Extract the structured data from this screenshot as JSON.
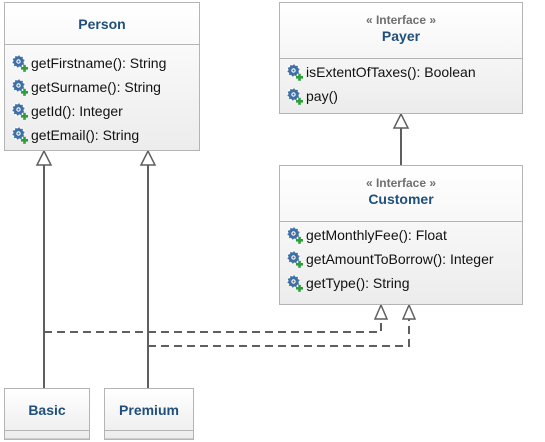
{
  "classes": {
    "person": {
      "name": "Person",
      "operations": [
        "getFirstname(): String",
        "getSurname(): String",
        "getId(): Integer",
        "getEmail(): String"
      ]
    },
    "payer": {
      "stereotype": "« Interface »",
      "name": "Payer",
      "operations": [
        "isExtentOfTaxes(): Boolean",
        "pay()"
      ]
    },
    "customer": {
      "stereotype": "« Interface »",
      "name": "Customer",
      "operations": [
        "getMonthlyFee(): Float",
        "getAmountToBorrow(): Integer",
        "getType(): String"
      ]
    },
    "basic": {
      "name": "Basic"
    },
    "premium": {
      "name": "Premium"
    }
  },
  "relations": [
    {
      "type": "generalization",
      "from": "Basic",
      "to": "Person"
    },
    {
      "type": "generalization",
      "from": "Premium",
      "to": "Person"
    },
    {
      "type": "generalization",
      "from": "Customer",
      "to": "Payer"
    },
    {
      "type": "realization",
      "from": "Basic",
      "to": "Customer"
    },
    {
      "type": "realization",
      "from": "Premium",
      "to": "Customer"
    }
  ],
  "colors": {
    "class_name": "#1f4f7a",
    "stereotype": "#6f6f6f",
    "border": "#b4b4b4",
    "connector": "#5f5f5f",
    "method_icon": "#3f6fa4",
    "public_marker": "#2e9e3a"
  },
  "icons": {
    "operation": "public-method-icon"
  }
}
